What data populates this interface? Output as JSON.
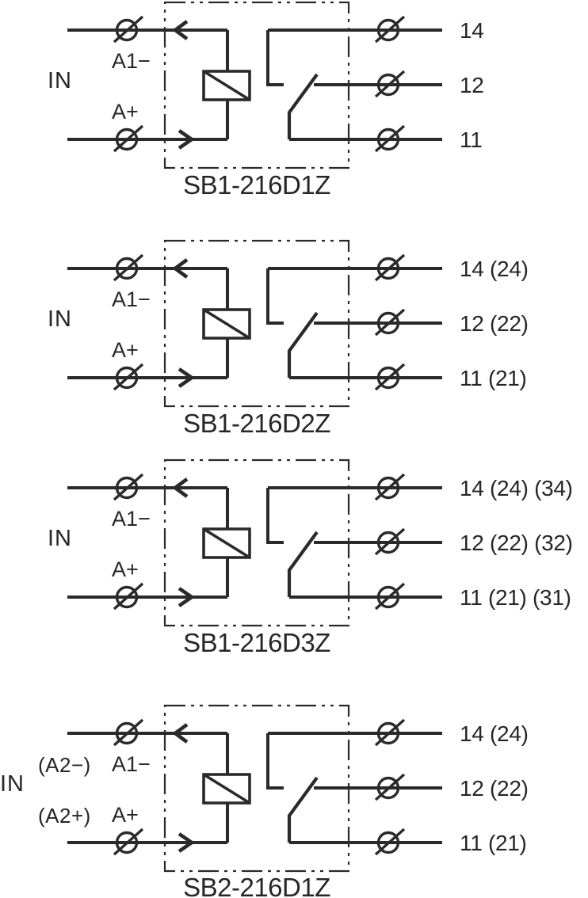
{
  "figure": {
    "kind": "relay-wiring-diagrams",
    "line_color": "#2a2a2a",
    "background_color": "#ffffff"
  },
  "diagrams": [
    {
      "model": "SB1-216D1Z",
      "input_label": "IN",
      "coil_negative_label": "A1−",
      "coil_positive_label": "A+",
      "terminal_no_label": "14",
      "terminal_nc_label": "12",
      "terminal_com_label": "11"
    },
    {
      "model": "SB1-216D2Z",
      "input_label": "IN",
      "coil_negative_label": "A1−",
      "coil_positive_label": "A+",
      "terminal_no_label": "14 (24)",
      "terminal_nc_label": "12 (22)",
      "terminal_com_label": "11 (21)"
    },
    {
      "model": "SB1-216D3Z",
      "input_label": "IN",
      "coil_negative_label": "A1−",
      "coil_positive_label": "A+",
      "terminal_no_label": "14 (24) (34)",
      "terminal_nc_label": "12 (22) (32)",
      "terminal_com_label": "11 (21) (31)"
    },
    {
      "model": "SB2-216D1Z",
      "input_label": "IN",
      "alt_coil_negative_label": "(A2−)",
      "alt_coil_positive_label": "(A2+)",
      "coil_negative_label": "A1−",
      "coil_positive_label": "A+",
      "terminal_no_label": "14 (24)",
      "terminal_nc_label": "12 (22)",
      "terminal_com_label": "11 (21)"
    }
  ]
}
